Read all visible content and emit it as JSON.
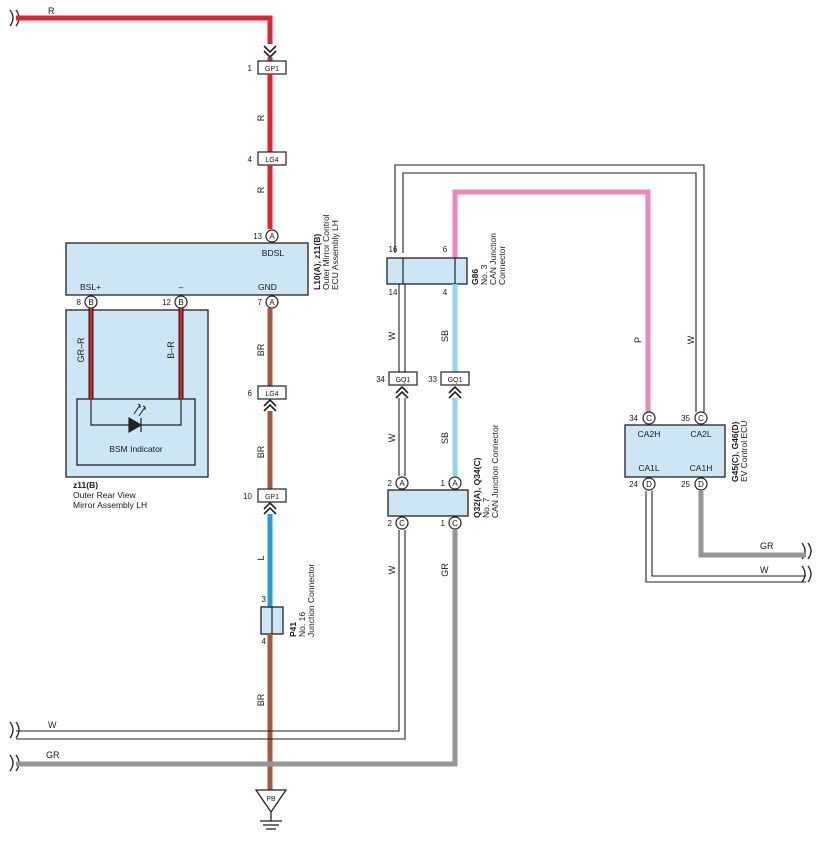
{
  "colors": {
    "red": "#e8212b",
    "brown": "#a7583a",
    "blue": "#1f9fdc",
    "sky": "#8fd4f2",
    "pink": "#ef86ba",
    "gray": "#969696",
    "box_fill": "#cde6f5"
  },
  "wires": {
    "r_top": "R",
    "r_gp1_lg4": "R",
    "r_lg4_ecu": "R",
    "br_ecu_lg4": "BR",
    "br_lg4_gp1": "BR",
    "l_gp1_p41": "L",
    "br_p41_ground": "BR",
    "gr_r_mirror": "GR–R",
    "b_r_mirror": "B–R",
    "w_g86_gq1": "W",
    "sb_g86_gq1": "SB",
    "w_gq1_q32": "W",
    "sb_gq1_q32": "SB",
    "w_q34_down": "W",
    "gr_q34_down": "GR",
    "p_g86_ev": "P",
    "w_top_ev": "W",
    "w_bottom_left": "W",
    "gr_bottom_left": "GR",
    "gr_right": "GR",
    "w_right": "W"
  },
  "connectors": {
    "gp1_top": {
      "name": "GP1",
      "pin": "1"
    },
    "lg4_top": {
      "name": "LG4",
      "pin": "4"
    },
    "lg4_bottom": {
      "name": "LG4",
      "pin": "6"
    },
    "gp1_bottom": {
      "name": "GP1",
      "pin": "10"
    },
    "gq1_left": {
      "name": "GQ1",
      "pin": "34"
    },
    "gq1_right": {
      "name": "GQ1",
      "pin": "33"
    },
    "ground": {
      "name": "PB"
    }
  },
  "ecu": {
    "title": "L10(A), z11(B)",
    "line2": "Outer Mirror Control",
    "line3": "ECU Assembly LH",
    "top_pin": {
      "num": "13",
      "conn": "A",
      "label": "BDSL"
    },
    "bottom_pins": [
      {
        "num": "8",
        "conn": "B",
        "label": "BSL+"
      },
      {
        "num": "12",
        "conn": "B",
        "label": "–"
      },
      {
        "num": "7",
        "conn": "A",
        "label": "GND"
      }
    ]
  },
  "mirror": {
    "title": "z11(B)",
    "line2": "Outer Rear View",
    "line3": "Mirror Assembly LH",
    "indicator": "BSM Indicator"
  },
  "g86": {
    "title": "G86",
    "line2": "No. 3",
    "line3": "CAN Junction",
    "line4": "Connector",
    "pins": {
      "top_left": "16",
      "top_right": "6",
      "bottom_left": "14",
      "bottom_right": "4"
    }
  },
  "q32": {
    "title": "Q32(A), Q34(C)",
    "line2": "No. 7",
    "line3": "CAN Junction Connector",
    "pins": [
      {
        "num": "2",
        "conn": "A"
      },
      {
        "num": "1",
        "conn": "A"
      },
      {
        "num": "2",
        "conn": "C"
      },
      {
        "num": "1",
        "conn": "C"
      }
    ]
  },
  "p41": {
    "title": "P41",
    "line2": "No. 16",
    "line3": "Junction Connector",
    "pins": {
      "top": "3",
      "bottom": "4"
    }
  },
  "ev": {
    "title": "G45(C), G46(D)",
    "line2": "EV Control ECU",
    "pins": [
      {
        "num": "34",
        "conn": "C",
        "label": "CA2H"
      },
      {
        "num": "35",
        "conn": "C",
        "label": "CA2L"
      },
      {
        "num": "24",
        "conn": "D",
        "label": "CA1L"
      },
      {
        "num": "25",
        "conn": "D",
        "label": "CA1H"
      }
    ]
  }
}
